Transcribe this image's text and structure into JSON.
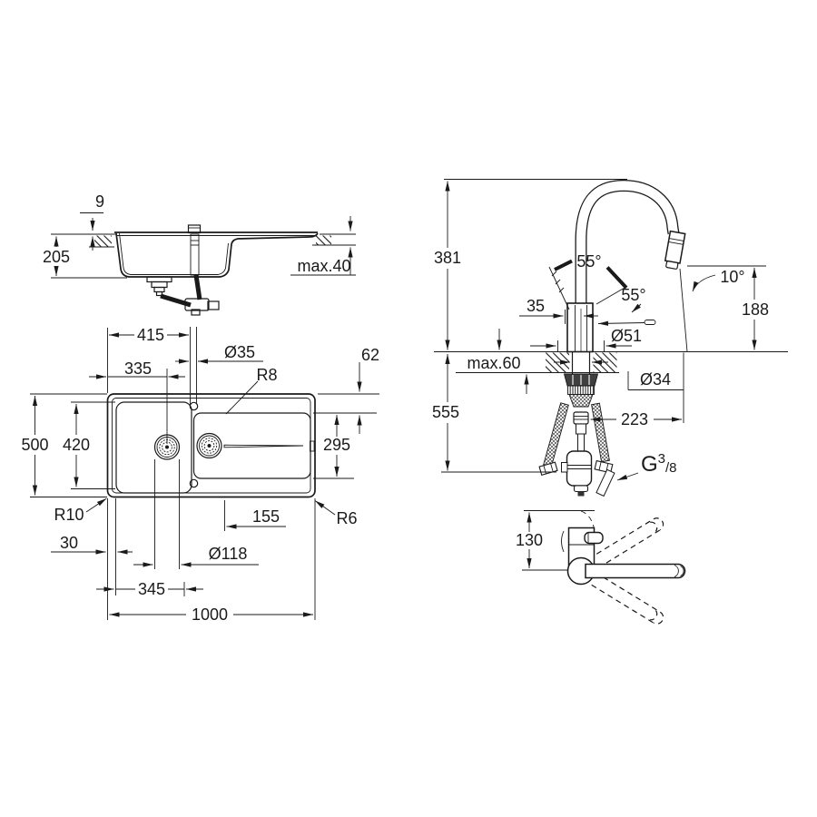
{
  "drawing": {
    "background": "#ffffff",
    "line_color": "#1a1a1a",
    "side_view": {
      "rim_height": "9",
      "bowl_depth": "205",
      "counter_thickness": "max.40"
    },
    "top_view": {
      "tap_hole_x": "415",
      "tap_hole_dia": "Ø35",
      "bowl_drain_x": "335",
      "drainer_corner_radius": "R8",
      "drainer_offset": "62",
      "width": "500",
      "bowl_width": "420",
      "drainer_width": "295",
      "corner_radius_left": "R10",
      "edge_margin": "30",
      "groove_length": "155",
      "corner_radius_right": "R6",
      "drain_hole_dia": "Ø118",
      "bowl_span": "345",
      "length": "1000"
    },
    "faucet_view": {
      "spout_height": "381",
      "lever_angle_a": "55°",
      "lever_angle_b": "55°",
      "body_offset": "35",
      "spray_angle": "10°",
      "outlet_height": "188",
      "base_dia": "Ø51",
      "counter_thickness": "max.60",
      "hole_dia": "Ø34",
      "install_height": "555",
      "spout_reach": "223",
      "thread_base": "G",
      "thread_sup": "3",
      "thread_sub": "/8"
    },
    "plan_view": {
      "body_depth": "130"
    }
  }
}
